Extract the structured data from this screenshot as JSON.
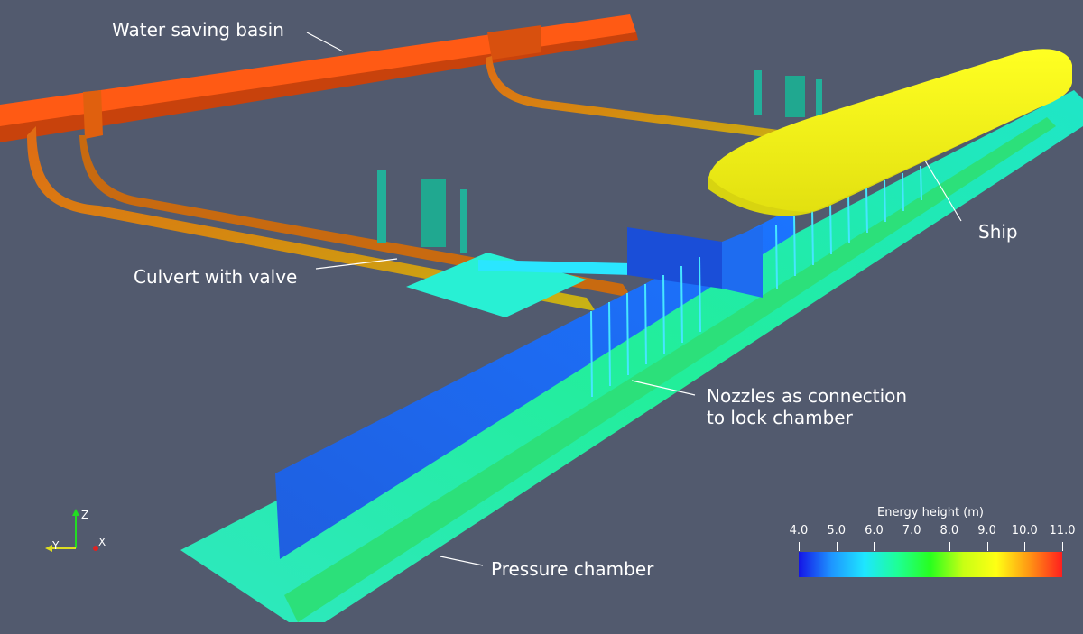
{
  "labels": {
    "basin": "Water saving basin",
    "culvert": "Culvert with valve",
    "nozzles_line1": "Nozzles as connection",
    "nozzles_line2": "to lock chamber",
    "ship": "Ship",
    "pressure": "Pressure chamber"
  },
  "colorbar": {
    "title": "Energy height (m)",
    "ticks": [
      "4.0",
      "5.0",
      "6.0",
      "7.0",
      "8.0",
      "9.0",
      "10.0",
      "11.0"
    ],
    "colors": [
      "#1414e6",
      "#1e96ff",
      "#1ee6ff",
      "#1eff96",
      "#28ff1e",
      "#c8ff14",
      "#ffff14",
      "#ff9614",
      "#ff1e1e"
    ]
  },
  "axes": {
    "z": "Z",
    "y": "Y",
    "x": "X"
  },
  "colors": {
    "background": "#525a6e",
    "basin": "#ff5a14",
    "culvert": "#e67814",
    "ship": "#ffff14",
    "wall": "#1e64e6",
    "floor": "#1eecc8"
  }
}
